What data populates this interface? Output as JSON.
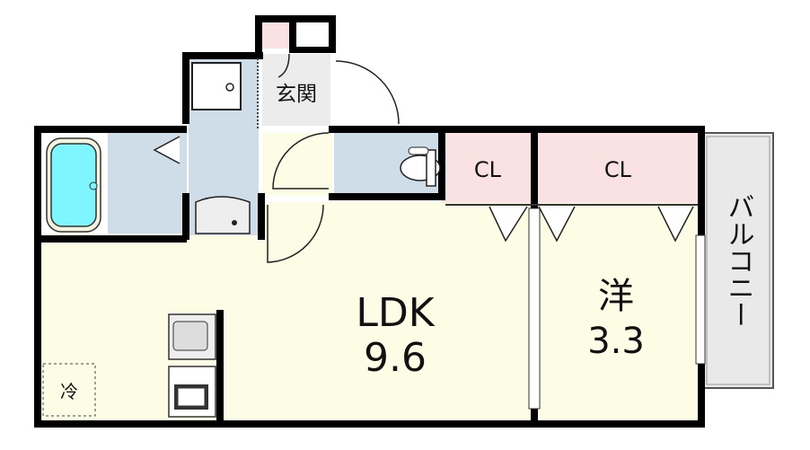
{
  "rooms": {
    "entrance": "玄関",
    "closet_1": "CL",
    "closet_2": "CL",
    "ldk_name": "LDK",
    "ldk_size": "9.6",
    "western_name": "洋",
    "western_size": "3.3",
    "balcony": "バルコニー",
    "fridge": "冷"
  },
  "colors": {
    "wall": "#000000",
    "ldk_floor": "#fdfde6",
    "wet_area": "#cfdde9",
    "closet": "#fbe2e2",
    "bathtub": "#7ff6ff",
    "entrance": "#ececec",
    "balcony": "#e9e9e9"
  }
}
